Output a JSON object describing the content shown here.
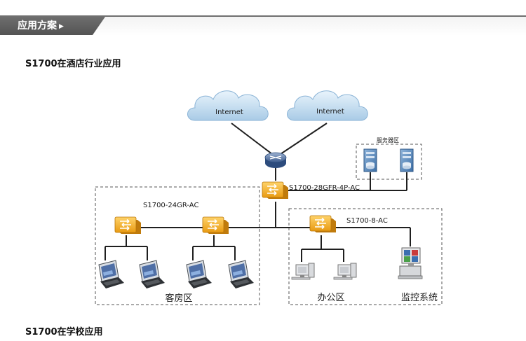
{
  "header": {
    "tab_label": "应用方案",
    "tab_icon": "triangle-right-icon"
  },
  "sections": [
    {
      "title": "S1700在酒店行业应用"
    },
    {
      "title": "S1700在学校应用"
    }
  ],
  "diagram": {
    "clouds": [
      "Internet",
      "Internet"
    ],
    "core_switch": "S1700-28GFR-4P-AC",
    "guest_switch": "S1700-24GR-AC",
    "office_switch": "S1700-8-AC",
    "server_zone": "服务器区",
    "guest_zone": "客房区",
    "office_zone": "办公区",
    "monitor": "监控系统"
  }
}
